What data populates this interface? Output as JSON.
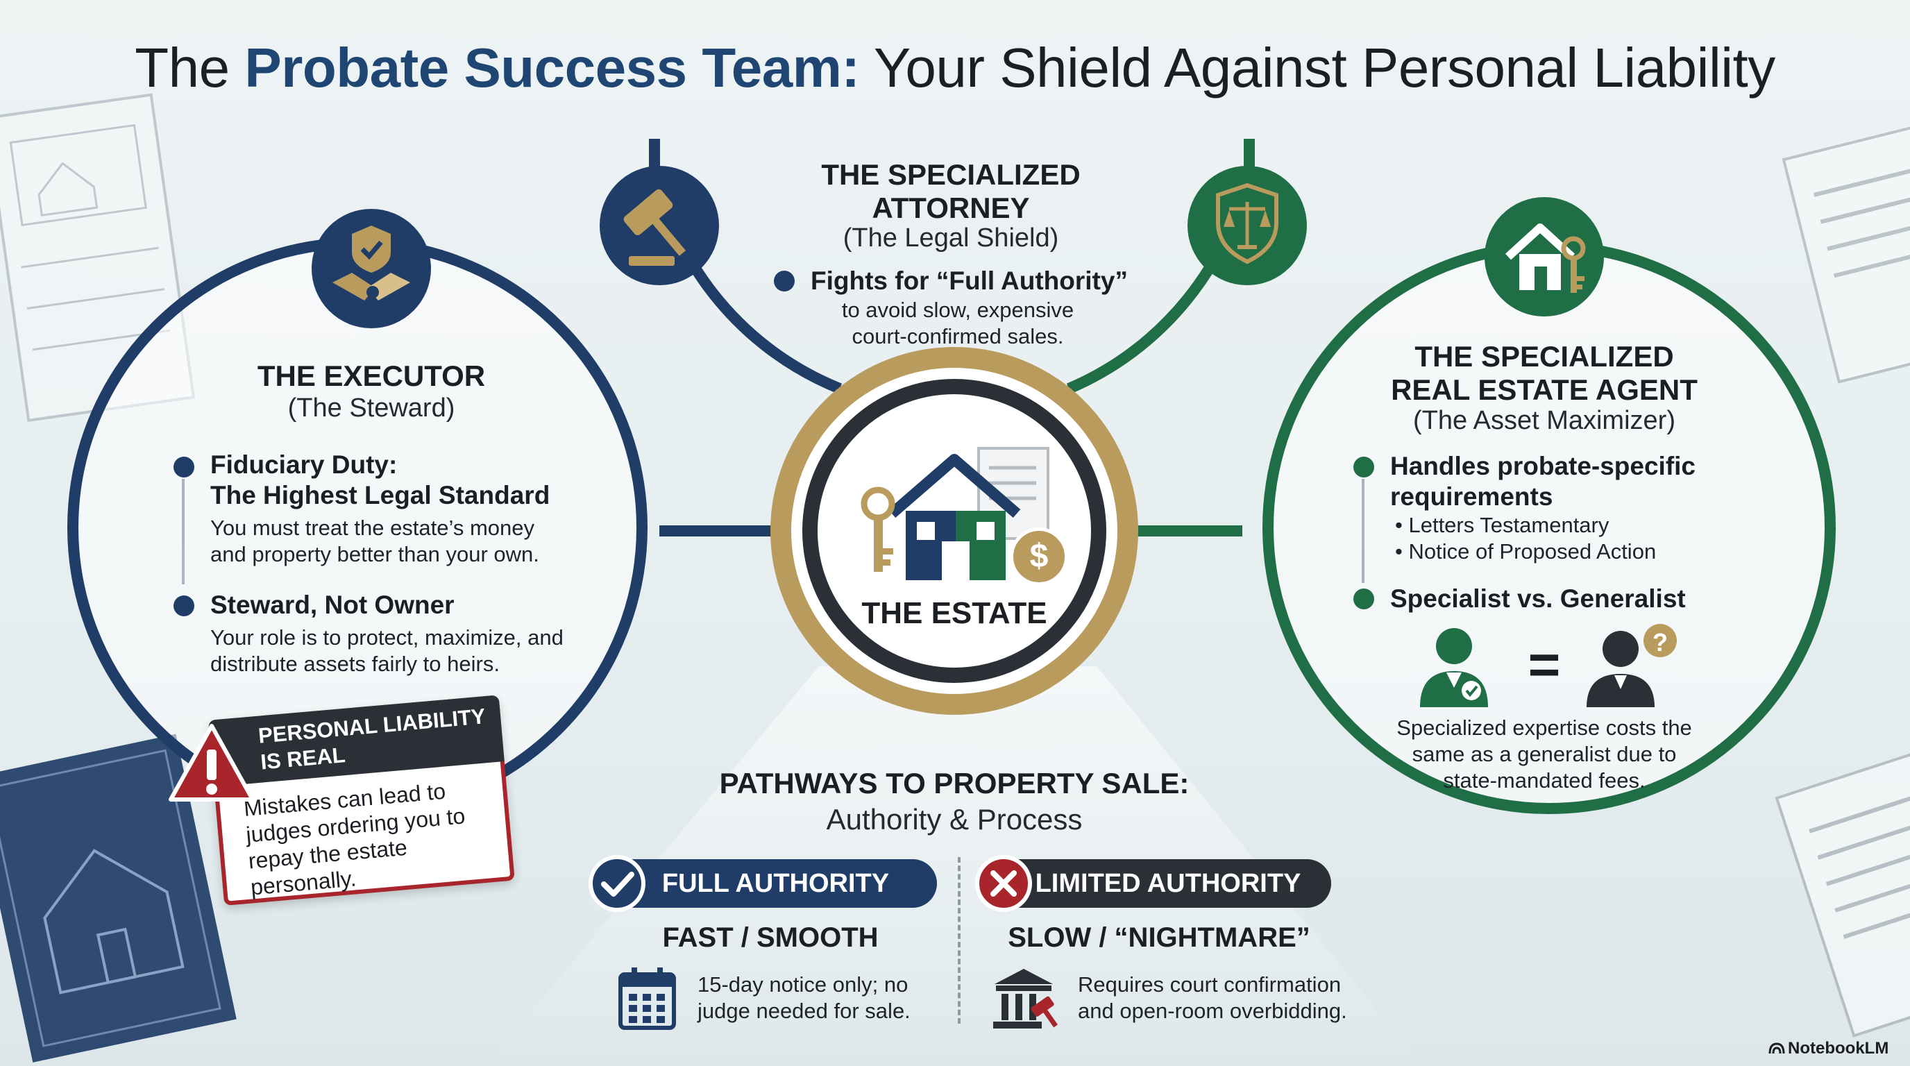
{
  "title": {
    "prefix": "The ",
    "highlight": "Probate Success Team:",
    "suffix": " Your Shield Against Personal Liability"
  },
  "colors": {
    "navy": "#1f3d66",
    "green": "#1f6e45",
    "gold": "#b99b5e",
    "red": "#a8252b",
    "dark": "#2b2f36"
  },
  "executor": {
    "heading": "THE EXECUTOR",
    "subtitle": "(The Steward)",
    "icon": "handshake-shield-icon",
    "bullets": [
      {
        "title_lines": [
          "Fiduciary Duty:",
          "The Highest Legal Standard"
        ],
        "body_lines": [
          "You must treat the estate’s money",
          "and property better than your own."
        ]
      },
      {
        "title_lines": [
          "Steward, Not Owner"
        ],
        "body_lines": [
          "Your role is to protect, maximize, and",
          "distribute assets fairly to heirs."
        ]
      }
    ]
  },
  "warning": {
    "heading_lines": [
      "PERSONAL LIABILITY",
      "IS REAL"
    ],
    "body_lines": [
      "Mistakes can lead to",
      "judges ordering you to",
      "repay the estate",
      "personally."
    ],
    "icon": "warning-triangle-icon"
  },
  "attorney": {
    "heading_lines": [
      "THE SPECIALIZED",
      "ATTORNEY"
    ],
    "subtitle": "(The Legal Shield)",
    "icons": [
      "gavel-icon",
      "scales-shield-icon"
    ],
    "bullet_title": "Fights for “Full Authority”",
    "body_lines": [
      "to avoid slow, expensive",
      "court-confirmed sales."
    ]
  },
  "agent": {
    "heading_lines": [
      "THE SPECIALIZED",
      "REAL ESTATE AGENT"
    ],
    "subtitle": "(The Asset Maximizer)",
    "icon": "house-key-icon",
    "bullet1_lines": [
      "Handles probate-specific",
      "requirements"
    ],
    "sub_bullets": [
      "Letters Testamentary",
      "Notice of Proposed Action"
    ],
    "bullet2": "Specialist vs. Generalist",
    "equals": "=",
    "question": "?",
    "body_lines": [
      "Specialized expertise costs the",
      "same as a generalist due to",
      "state-mandated fees."
    ]
  },
  "estate": {
    "label": "THE ESTATE",
    "dollar": "$",
    "icon": "house-key-document-icon"
  },
  "pathways": {
    "heading": "PATHWAYS TO PROPERTY SALE:",
    "subheading": "Authority & Process",
    "full": {
      "label": "FULL AUTHORITY",
      "result": "FAST / SMOOTH",
      "body_lines": [
        "15-day notice only; no",
        "judge needed for sale."
      ],
      "icon": "calendar-icon"
    },
    "limited": {
      "label": "LIMITED AUTHORITY",
      "result": "SLOW / “NIGHTMARE”",
      "body_lines": [
        "Requires court confirmation",
        "and open-room overbidding."
      ],
      "icon": "courthouse-gavel-icon"
    }
  },
  "watermark": "NotebookLM"
}
